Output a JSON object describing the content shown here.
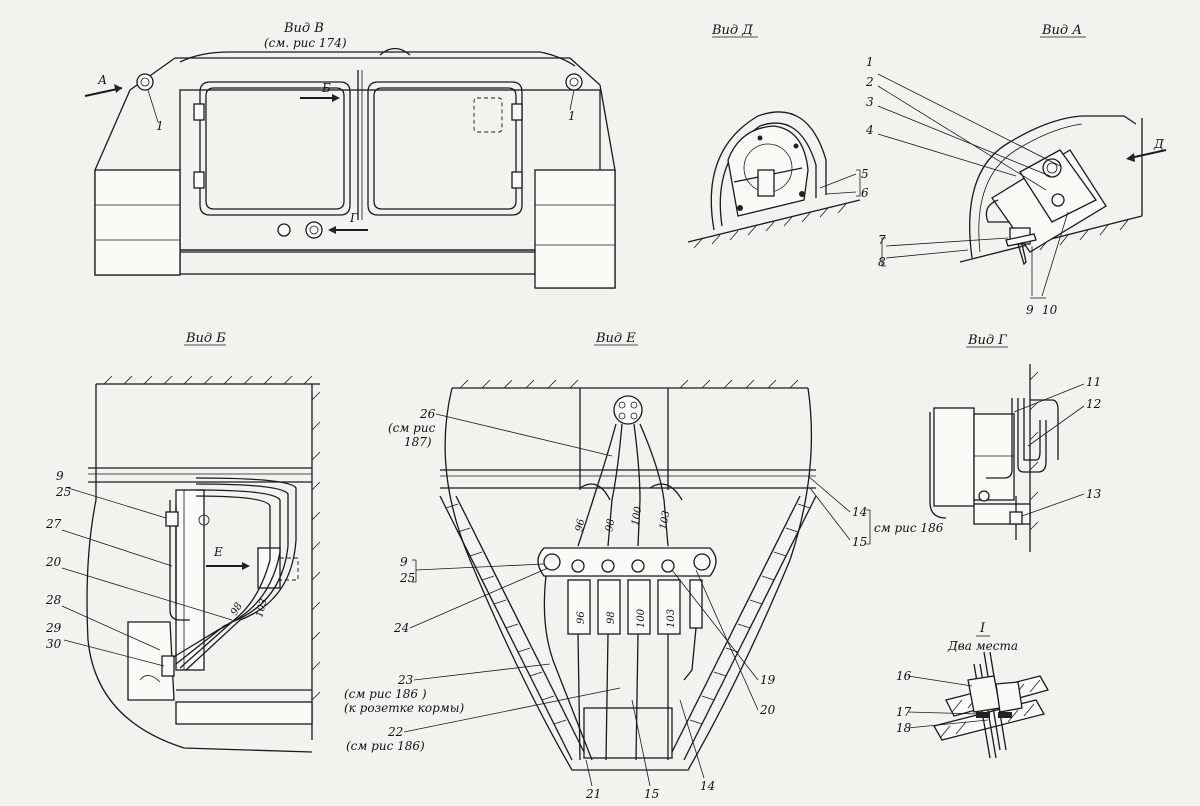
{
  "views": {
    "v_title": "Вид В",
    "v_ref": "(см. рис 174)",
    "d_title": "Вид Д",
    "a_title": "Вид А",
    "b_title": "Вид Б",
    "e_title": "Вид Е",
    "g_title": "Вид Г",
    "section_mark": "I",
    "section_caption": "Два места"
  },
  "arrows": {
    "a": "А",
    "b": "Б",
    "g": "Г",
    "d": "Д",
    "e": "Е"
  },
  "captions": {
    "ref187_l1": "(см рис",
    "ref187_l2": "187)",
    "ref186_right": "см рис 186",
    "ref186_23": "(см рис 186 )",
    "ref_socket": "(к розетке кормы)",
    "ref186_22": "(см рис 186)"
  },
  "callouts": {
    "v_1_left": "1",
    "v_1_right": "1",
    "d_5": "5",
    "d_6": "6",
    "a_1": "1",
    "a_2": "2",
    "a_3": "3",
    "a_4": "4",
    "a_7": "7",
    "a_8": "8",
    "a_9": "9",
    "a_10": "10",
    "b_9": "9",
    "b_25": "25",
    "b_27": "27",
    "b_20": "20",
    "b_28": "28",
    "b_29": "29",
    "b_30": "30",
    "e_26": "26",
    "e_14a": "14",
    "e_15a": "15",
    "e_9": "9",
    "e_25": "25",
    "e_24": "24",
    "e_23": "23",
    "e_22": "22",
    "e_21": "21",
    "e_15b": "15",
    "e_14b": "14",
    "e_19": "19",
    "e_20": "20",
    "g_11": "11",
    "g_12": "12",
    "g_13": "13",
    "s_16": "16",
    "s_17": "17",
    "s_18": "18"
  },
  "wire_labels": {
    "w96": "96",
    "w98": "98",
    "w100": "100",
    "w103": "103"
  }
}
